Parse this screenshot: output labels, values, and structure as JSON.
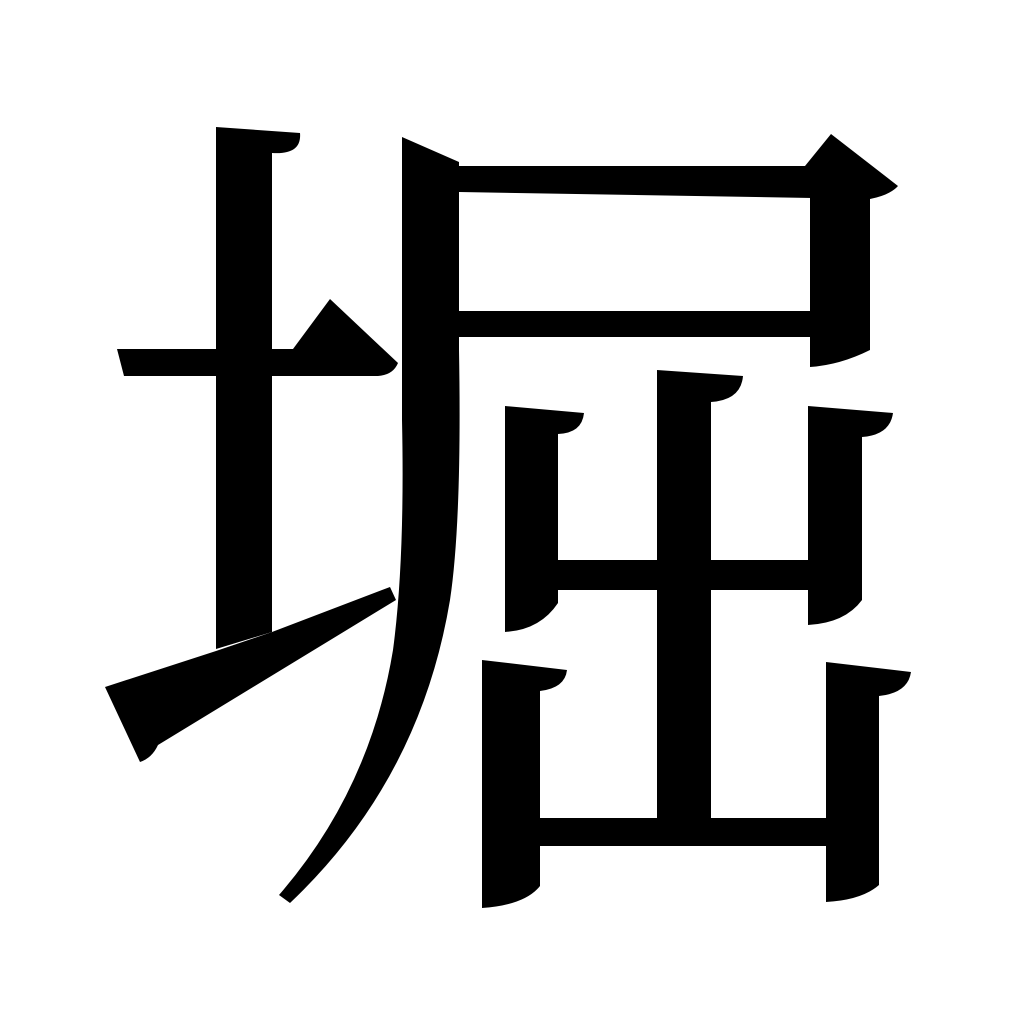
{
  "glyph": {
    "character": "堀",
    "stroke_color": "#000000",
    "background_color": "#ffffff",
    "components": [
      "土",
      "尸",
      "出"
    ]
  }
}
